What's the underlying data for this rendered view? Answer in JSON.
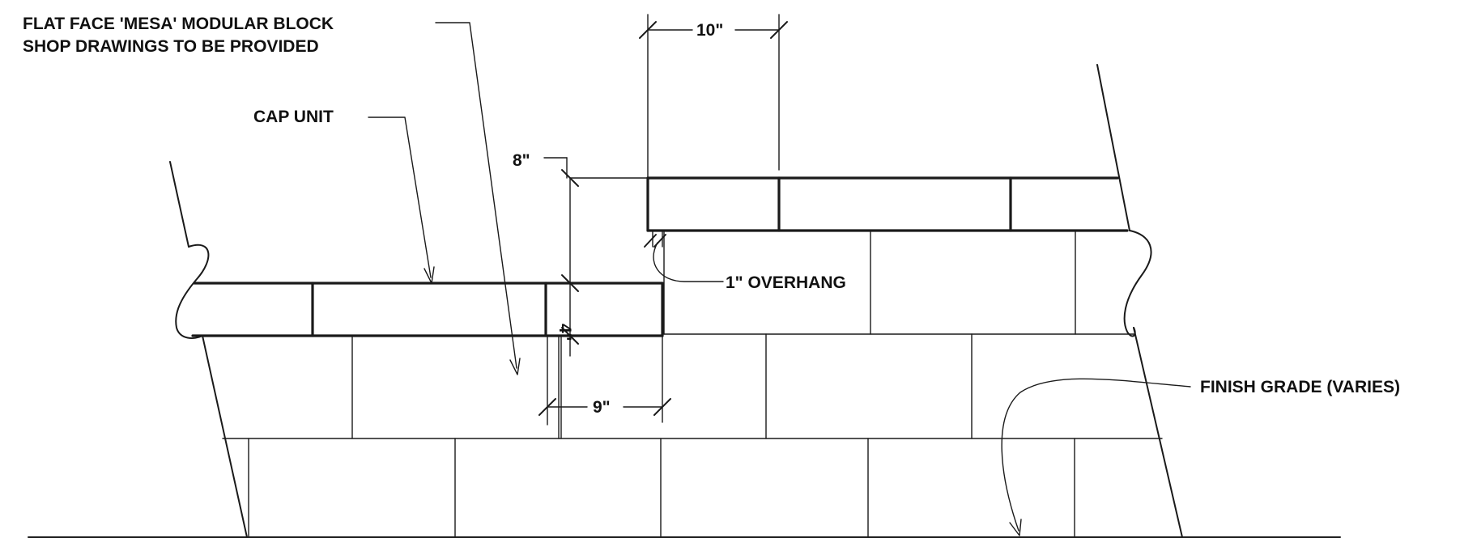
{
  "callouts": {
    "block_line1": "FLAT FACE 'MESA' MODULAR BLOCK",
    "block_line2": "SHOP DRAWINGS TO BE PROVIDED",
    "cap_unit": "CAP UNIT",
    "overhang": "1\" OVERHANG",
    "finish_grade": "FINISH GRADE (VARIES)"
  },
  "dimensions": {
    "cap_width": "10\"",
    "step_height": "8\"",
    "cap_thickness": "4\"",
    "cap_depth": "9\""
  },
  "colors": {
    "ink": "#1a1a1a",
    "background": "#ffffff"
  }
}
